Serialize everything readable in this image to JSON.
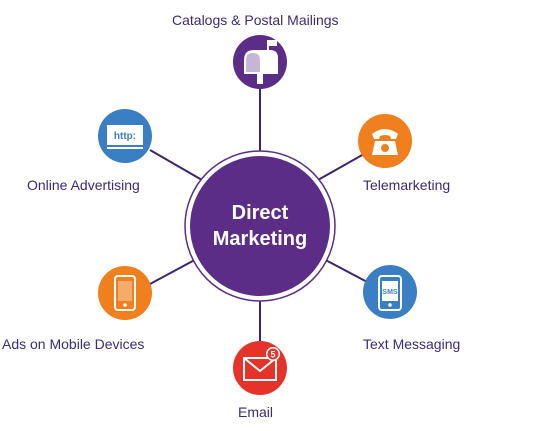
{
  "hub": {
    "line1": "Direct",
    "line2": "Marketing",
    "color": "#5b2d86"
  },
  "line_color": "#3b2470",
  "channels": [
    {
      "label": "Catalogs & Postal Mailings",
      "icon": "mailbox-icon",
      "color": "#5b2d86"
    },
    {
      "label": "Telemarketing",
      "icon": "telephone-icon",
      "color": "#f07f1e"
    },
    {
      "label": "Text Messaging",
      "icon": "sms-phone-icon",
      "color": "#3a7fc4"
    },
    {
      "label": "Email",
      "icon": "envelope-icon",
      "color": "#e5332a",
      "badge": "5"
    },
    {
      "label": "Ads on Mobile Devices",
      "icon": "mobile-phone-icon",
      "color": "#f07f1e"
    },
    {
      "label": "Online Advertising",
      "icon": "http-browser-icon",
      "color": "#3a7fc4",
      "icon_text": "http:"
    }
  ],
  "sms_icon_text": "SMS"
}
